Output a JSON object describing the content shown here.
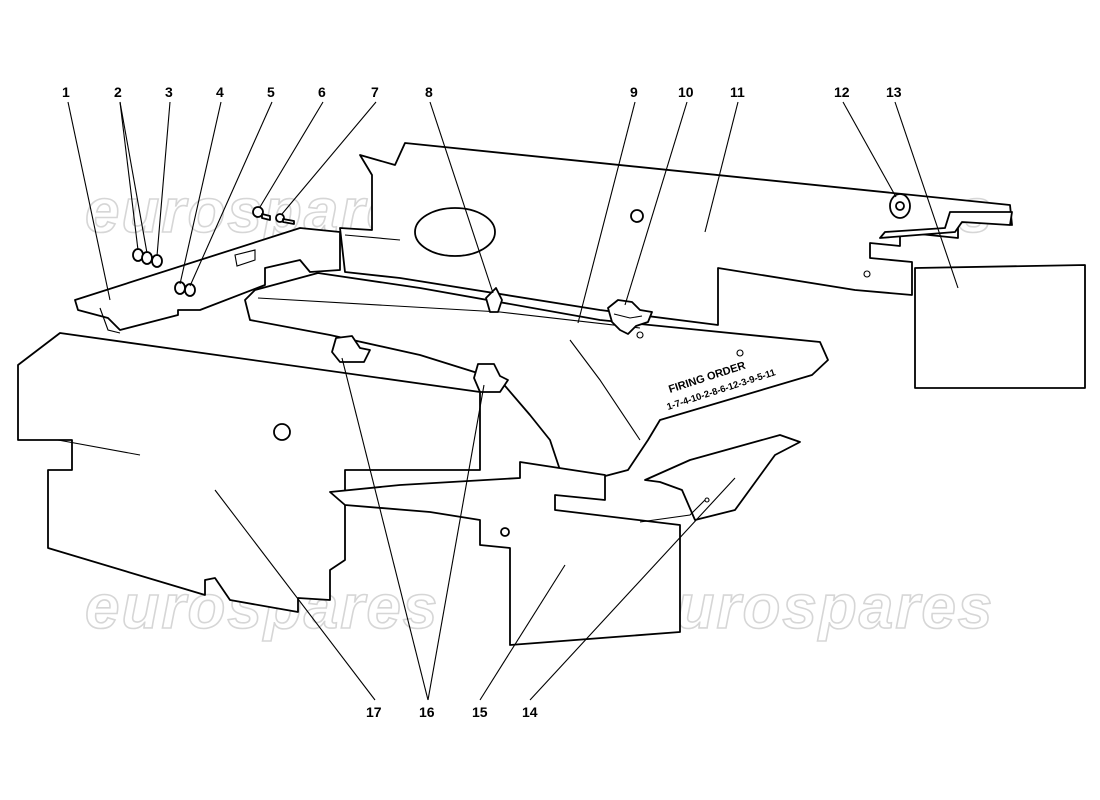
{
  "watermark": "eurospares",
  "engine_cover": {
    "firing_order_title": "FIRING ORDER",
    "firing_order_sequence": "1-7-4-10-2-8-6-12-3-9-5-11"
  },
  "callouts": [
    {
      "id": "1",
      "label": "1"
    },
    {
      "id": "2",
      "label": "2"
    },
    {
      "id": "3",
      "label": "3"
    },
    {
      "id": "4",
      "label": "4"
    },
    {
      "id": "5",
      "label": "5"
    },
    {
      "id": "6",
      "label": "6"
    },
    {
      "id": "7",
      "label": "7"
    },
    {
      "id": "8",
      "label": "8"
    },
    {
      "id": "9",
      "label": "9"
    },
    {
      "id": "10",
      "label": "10"
    },
    {
      "id": "11",
      "label": "11"
    },
    {
      "id": "12",
      "label": "12"
    },
    {
      "id": "13",
      "label": "13"
    },
    {
      "id": "14",
      "label": "14"
    },
    {
      "id": "15",
      "label": "15"
    },
    {
      "id": "16",
      "label": "16"
    },
    {
      "id": "17",
      "label": "17"
    }
  ]
}
